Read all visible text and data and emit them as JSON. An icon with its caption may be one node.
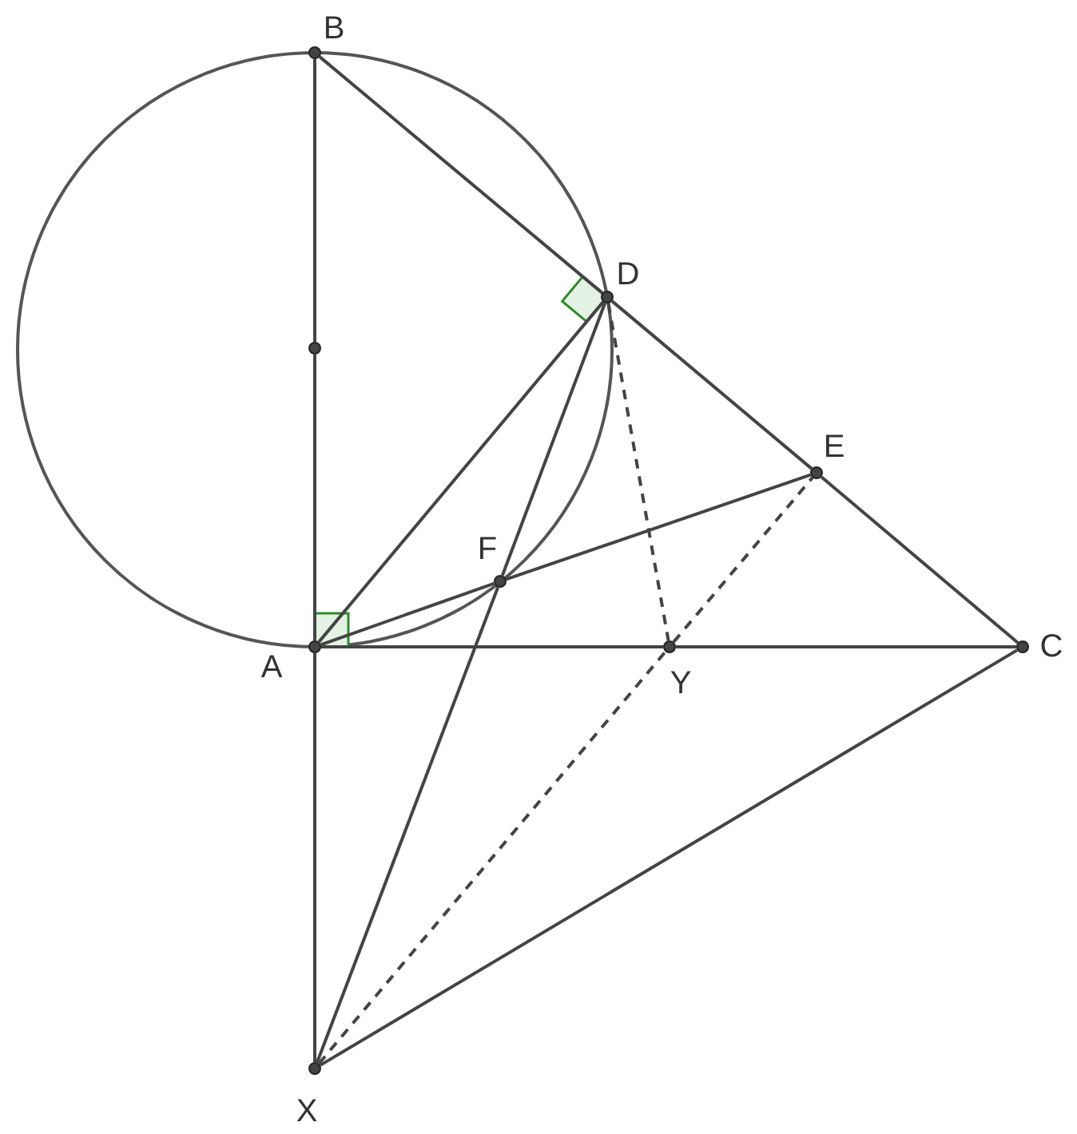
{
  "diagram": {
    "nodes": [
      {
        "text": [],
        "shape": "circle",
        "beside": [
          "B"
        ]
      },
      {
        "text": [],
        "shape": "circle"
      },
      {
        "text": [],
        "shape": "circle",
        "beside": [
          "D"
        ]
      },
      {
        "text": [],
        "shape": "circle",
        "beside": [
          "E"
        ]
      },
      {
        "text": [],
        "shape": "circle",
        "beside": [
          "F"
        ]
      },
      {
        "text": [],
        "shape": "circle",
        "beside": [
          "A"
        ]
      },
      {
        "text": [],
        "shape": "circle",
        "beside": [
          "C"
        ]
      },
      {
        "text": [],
        "shape": "circle",
        "beside": [
          "Y"
        ]
      },
      {
        "text": [],
        "shape": "circle",
        "beside": [
          "X"
        ]
      }
    ],
    "edges": [
      {
        "from": 0,
        "to": 1,
        "arrow": "none"
      },
      {
        "from": 1,
        "to": 5,
        "arrow": "none"
      },
      {
        "from": 5,
        "to": 8,
        "arrow": "none"
      },
      {
        "from": 0,
        "to": 2,
        "arrow": "none"
      },
      {
        "from": 2,
        "to": 3,
        "arrow": "none"
      },
      {
        "from": 3,
        "to": 6,
        "arrow": "none"
      },
      {
        "from": 5,
        "to": 2,
        "arrow": "none"
      },
      {
        "from": 5,
        "to": 4,
        "arrow": "none"
      },
      {
        "from": 4,
        "to": 3,
        "arrow": "none"
      },
      {
        "from": 5,
        "to": 7,
        "arrow": "none"
      },
      {
        "from": 7,
        "to": 6,
        "arrow": "none"
      },
      {
        "from": 2,
        "to": 4,
        "arrow": "none"
      },
      {
        "from": 4,
        "to": 8,
        "arrow": "none"
      },
      {
        "from": 8,
        "to": 6,
        "arrow": "none"
      },
      {
        "from": 2,
        "to": 7,
        "arrow": "none",
        "style": "dashed"
      },
      {
        "from": 8,
        "to": 7,
        "arrow": "none",
        "style": "dashed"
      },
      {
        "from": 7,
        "to": 3,
        "arrow": "none",
        "style": "dashed"
      }
    ]
  }
}
